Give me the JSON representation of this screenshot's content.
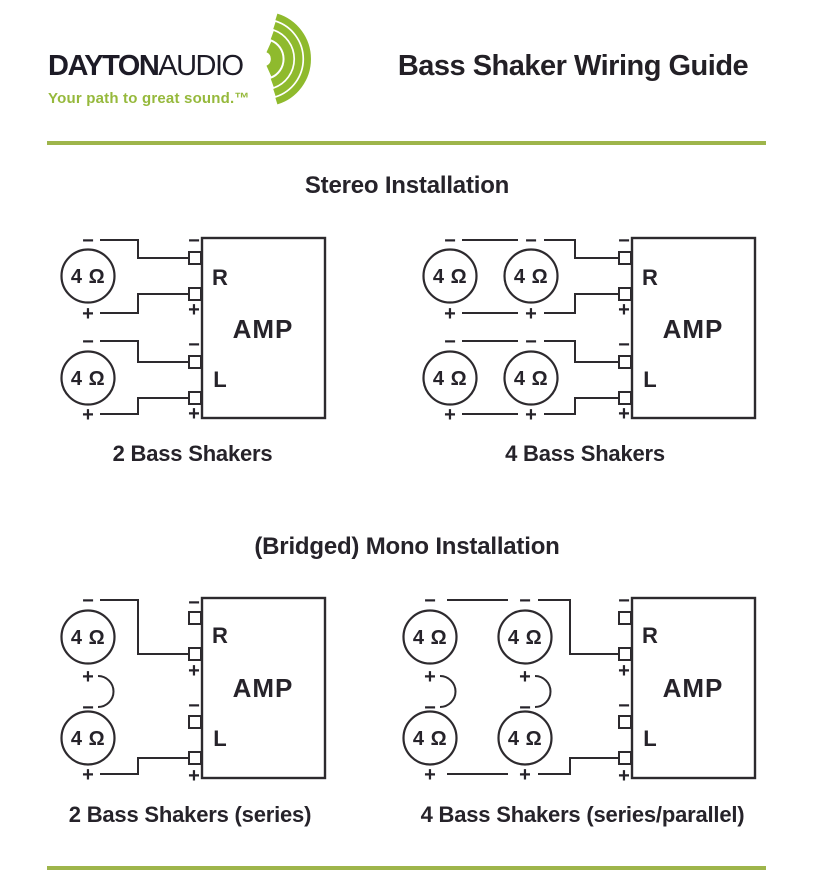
{
  "page": {
    "background": "#ffffff"
  },
  "brand": {
    "wordmark_primary": "DAYTON",
    "wordmark_secondary": "AUDIO",
    "tagline": "Your path to great sound.™",
    "logo_green": "#8fba2d",
    "rule_green": "#9eb54b",
    "ink": "#26232a"
  },
  "header": {
    "title": "Bass Shaker Wiring Guide"
  },
  "labels": {
    "impedance": "4 Ω",
    "minus": "−",
    "plus": "+",
    "right_channel": "R",
    "left_channel": "L",
    "amplifier": "AMP"
  },
  "sections": [
    {
      "heading": "Stereo Installation",
      "diagrams": [
        {
          "caption": "2 Bass Shakers",
          "shaker_count": 2,
          "shaker_impedance": "4 Ω",
          "channels_used": [
            "R",
            "L"
          ],
          "wiring": "one shaker per channel"
        },
        {
          "caption": "4 Bass Shakers",
          "shaker_count": 4,
          "shaker_impedance": "4 Ω",
          "channels_used": [
            "R",
            "L"
          ],
          "wiring": "two shakers in parallel per channel"
        }
      ]
    },
    {
      "heading": "(Bridged) Mono Installation",
      "diagrams": [
        {
          "caption": "2 Bass Shakers (series)",
          "shaker_count": 2,
          "shaker_impedance": "4 Ω",
          "channels_used": [
            "R",
            "L"
          ],
          "wiring": "series"
        },
        {
          "caption": "4 Bass Shakers (series/parallel)",
          "shaker_count": 4,
          "shaker_impedance": "4 Ω",
          "channels_used": [
            "R",
            "L"
          ],
          "wiring": "series/parallel"
        }
      ]
    }
  ]
}
